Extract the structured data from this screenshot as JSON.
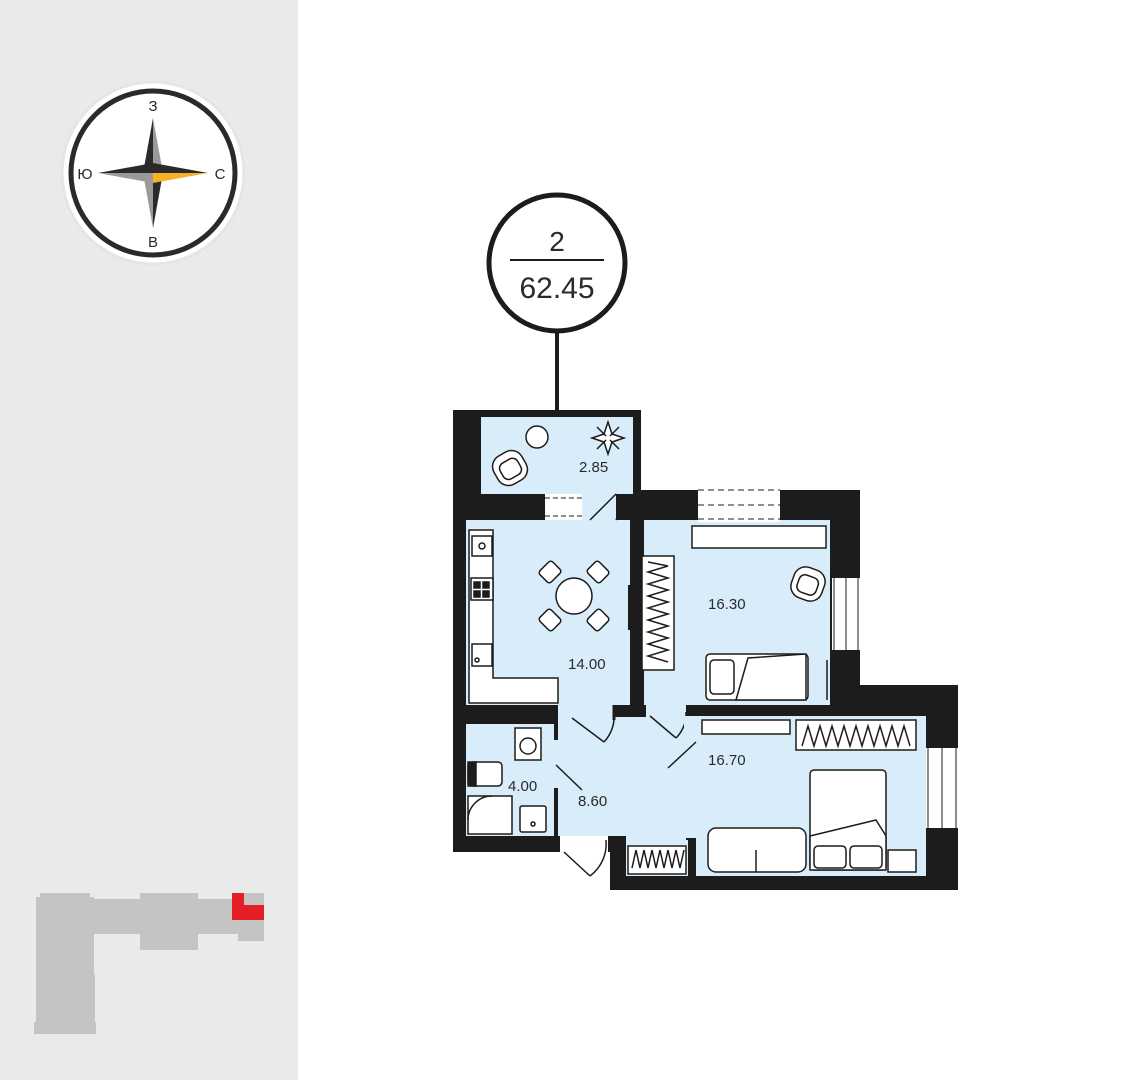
{
  "compass": {
    "north": "З",
    "south": "В",
    "west": "Ю",
    "east": "С",
    "accent_color": "#f5b324"
  },
  "apartment": {
    "rooms_count": "2",
    "total_area": "62.45"
  },
  "rooms": {
    "balcony": "2.85",
    "kitchen": "14.00",
    "bedroom_1": "16.30",
    "bedroom_2": "16.70",
    "bathroom": "4.00",
    "hallway": "8.60"
  },
  "colors": {
    "wall": "#1c1c1c",
    "floor": "#d8ecf9",
    "side_panel": "#e9ebeb",
    "building_block": "#c4c4c4",
    "highlight": "#e31e24"
  }
}
